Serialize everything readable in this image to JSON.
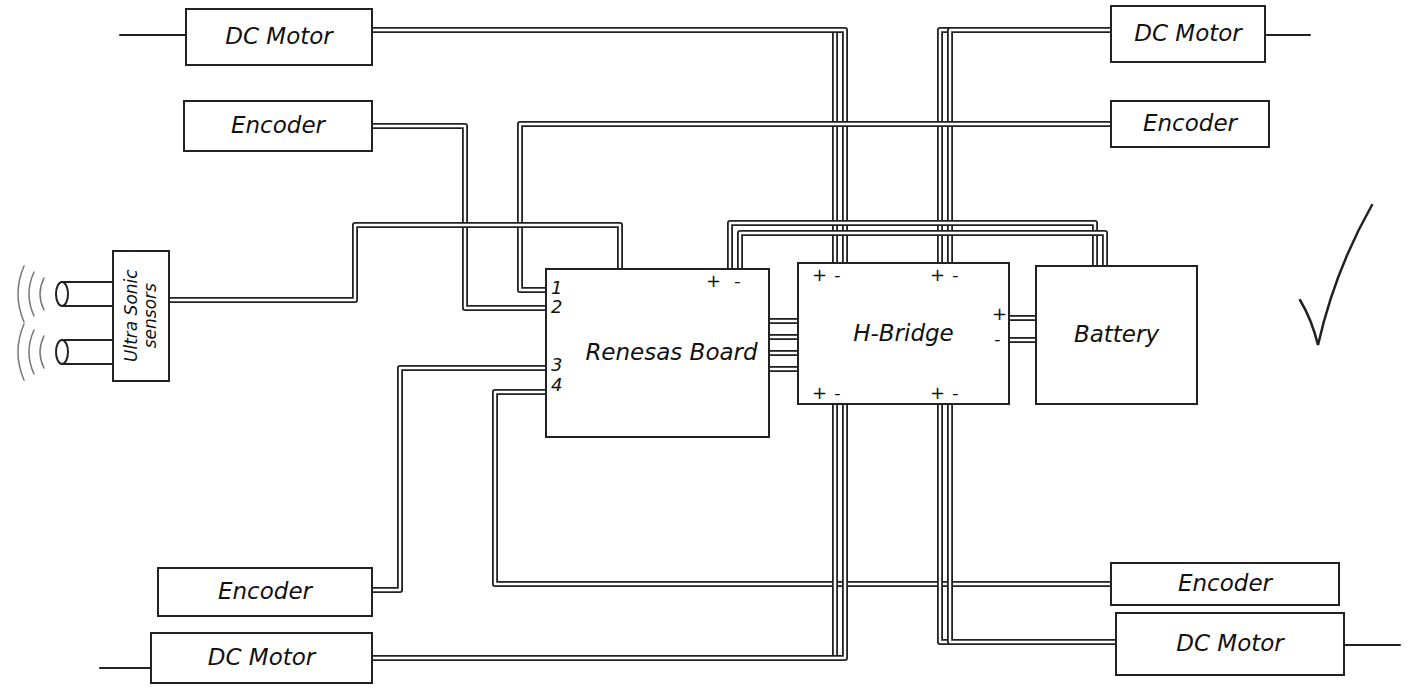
{
  "diagram": {
    "nodes": [
      {
        "text": [
          "DC Motor"
        ]
      },
      {
        "text": [
          "DC Motor"
        ]
      },
      {
        "text": [
          "Encoder"
        ]
      },
      {
        "text": [
          "Encoder"
        ]
      },
      {
        "text": [
          "Ultra Sonic sensors"
        ]
      },
      {
        "text": [
          "Renesas Board"
        ]
      },
      {
        "text": [
          "H-Bridge"
        ]
      },
      {
        "text": [
          "Battery"
        ]
      },
      {
        "text": [
          "Encoder"
        ]
      },
      {
        "text": [
          "Encoder"
        ]
      },
      {
        "text": [
          "DC Motor"
        ]
      },
      {
        "text": [
          "DC Motor"
        ]
      }
    ],
    "edges": [
      {
        "from": 0,
        "to": 6,
        "arrow": "none"
      },
      {
        "from": 1,
        "to": 6,
        "arrow": "none"
      },
      {
        "from": 2,
        "to": 5,
        "arrow": "none"
      },
      {
        "from": 3,
        "to": 5,
        "arrow": "none"
      },
      {
        "from": 4,
        "to": 5,
        "arrow": "none"
      },
      {
        "from": 5,
        "to": 6,
        "arrow": "none"
      },
      {
        "from": 7,
        "to": 6,
        "arrow": "none"
      },
      {
        "from": 5,
        "to": 7,
        "arrow": "none"
      },
      {
        "from": 8,
        "to": 5,
        "arrow": "none"
      },
      {
        "from": 9,
        "to": 5,
        "arrow": "none"
      },
      {
        "from": 10,
        "to": 6,
        "arrow": "none"
      },
      {
        "from": 11,
        "to": 6,
        "arrow": "none"
      }
    ],
    "labels": [
      "1",
      "2",
      "3",
      "4",
      "+",
      "-",
      "+",
      "-",
      "+",
      "-",
      "+",
      "-",
      "+",
      "-",
      "+",
      "-"
    ]
  }
}
